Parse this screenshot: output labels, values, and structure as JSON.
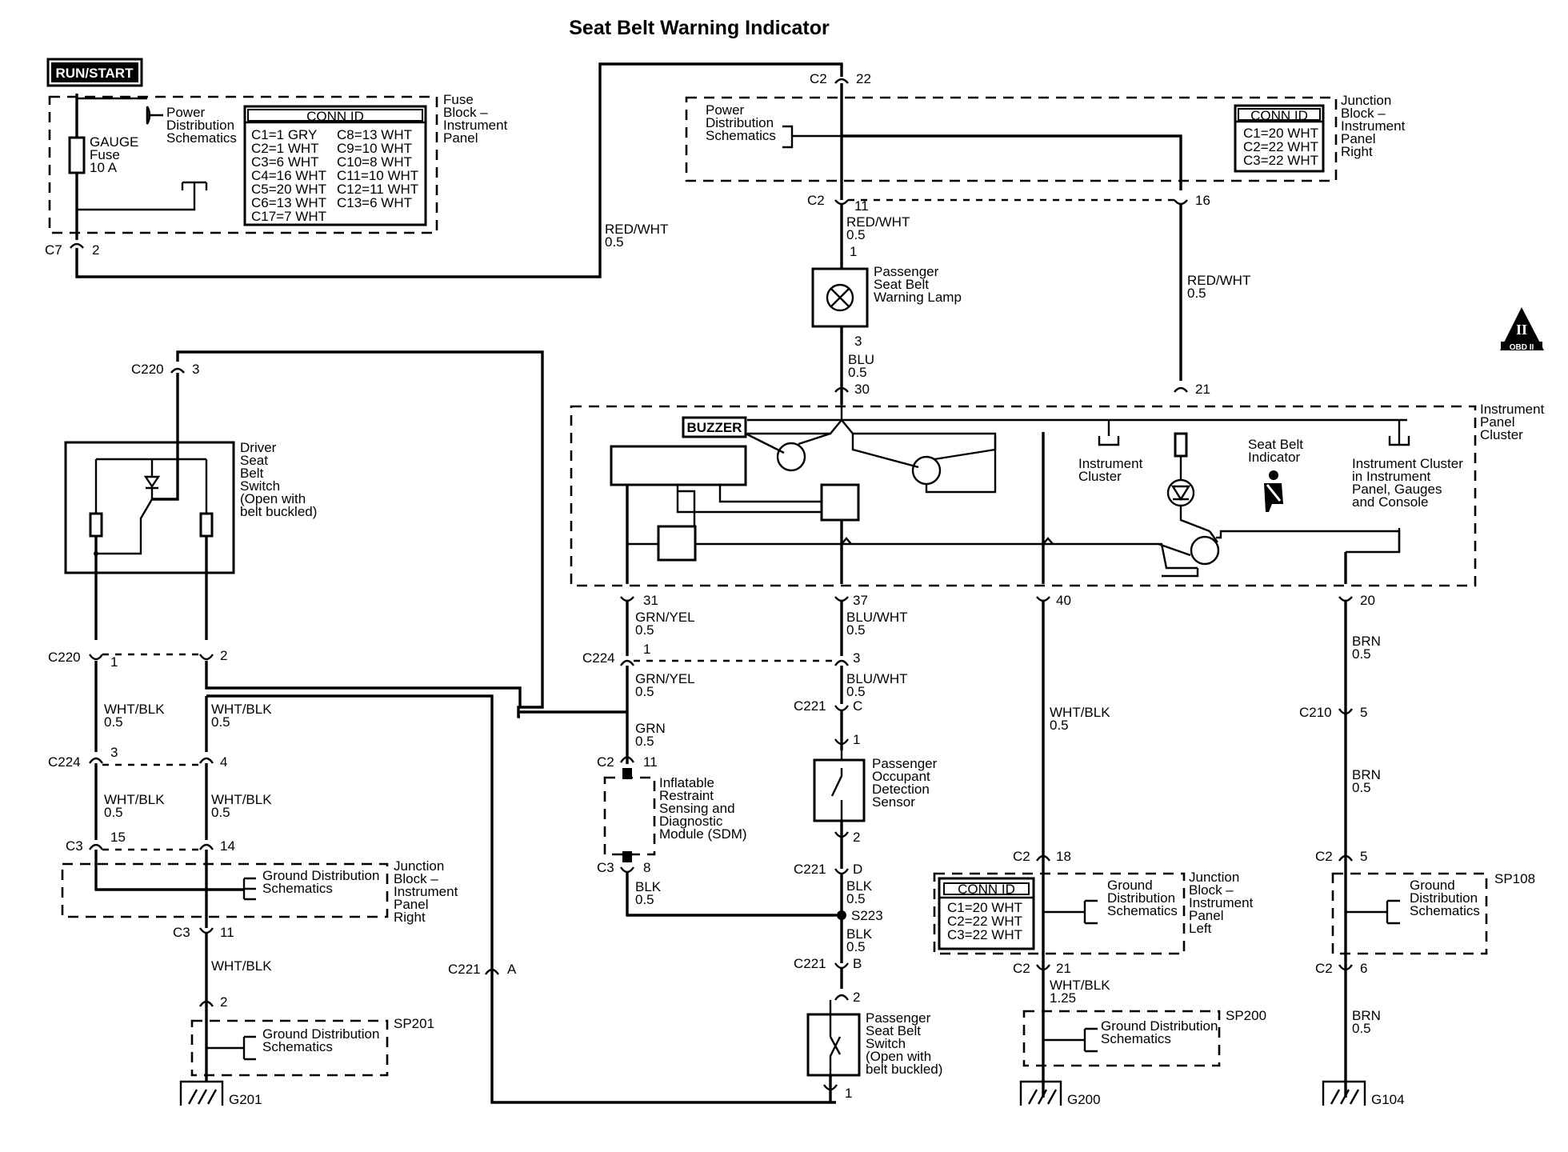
{
  "title": "Seat Belt Warning Indicator",
  "run_start": "RUN/START",
  "fuse_block": {
    "label": [
      "Fuse",
      "Block –",
      "Instrument",
      "Panel"
    ],
    "power_dist": [
      "Power",
      "Distribution",
      "Schematics"
    ],
    "fuse": [
      "GAUGE",
      "Fuse",
      "10 A"
    ],
    "conn_id_title": "CONN ID",
    "conn_left": [
      "C1=1 GRY",
      "C2=1 WHT",
      "C3=6 WHT",
      "C4=16 WHT",
      "C5=20 WHT",
      "C6=13 WHT",
      "C17=7 WHT"
    ],
    "conn_right": [
      "C8=13 WHT",
      "C9=10 WHT",
      "C10=8 WHT",
      "C11=10 WHT",
      "C12=11 WHT",
      "C13=6 WHT"
    ]
  },
  "jb_right": {
    "label": [
      "Junction",
      "Block –",
      "Instrument",
      "Panel",
      "Right"
    ],
    "power_dist": [
      "Power",
      "Distribution",
      "Schematics"
    ],
    "conn_id_title": "CONN ID",
    "conn": [
      "C1=20 WHT",
      "C2=22 WHT",
      "C3=22 WHT"
    ]
  },
  "jb_left": {
    "label": [
      "Junction",
      "Block –",
      "Instrument",
      "Panel",
      "Left"
    ],
    "ground_dist": [
      "Ground",
      "Distribution",
      "Schematics"
    ],
    "conn_id_title": "CONN ID",
    "conn": [
      "C1=20 WHT",
      "C2=22 WHT",
      "C3=22 WHT"
    ]
  },
  "jb_right_lower": {
    "label": [
      "Junction",
      "Block –",
      "Instrument",
      "Panel",
      "Right"
    ],
    "ground_dist": [
      "Ground Distribution",
      "Schematics"
    ]
  },
  "sp201": {
    "id": "SP201",
    "ground_dist": [
      "Ground Distribution",
      "Schematics"
    ]
  },
  "sp200": {
    "id": "SP200",
    "ground_dist": [
      "Ground Distribution",
      "Schematics"
    ]
  },
  "sp108": {
    "id": "SP108",
    "ground_dist": [
      "Ground",
      "Distribution",
      "Schematics"
    ]
  },
  "grounds": [
    "G201",
    "G200",
    "G104"
  ],
  "splice": "S223",
  "components": {
    "warning_lamp": [
      "Passenger",
      "Seat Belt",
      "Warning Lamp"
    ],
    "driver_switch": [
      "Driver",
      "Seat",
      "Belt",
      "Switch",
      "(Open with",
      "belt buckled)"
    ],
    "ipc": [
      "Instrument",
      "Panel",
      "Cluster"
    ],
    "buzzer": "BUZZER",
    "instrument_cluster": [
      "Instrument",
      "Cluster"
    ],
    "seat_belt_indicator": [
      "Seat Belt",
      "Indicator"
    ],
    "ic_console": [
      "Instrument Cluster",
      "in Instrument",
      "Panel, Gauges",
      "and Console"
    ],
    "sdm": [
      "Inflatable",
      "Restraint",
      "Sensing and",
      "Diagnostic",
      "Module (SDM)"
    ],
    "occupant_sensor": [
      "Passenger",
      "Occupant",
      "Detection",
      "Sensor"
    ],
    "pass_switch": [
      "Passenger",
      "Seat Belt",
      "Switch",
      "(Open with",
      "belt buckled)"
    ],
    "obd": "OBD II"
  },
  "connectors": {
    "c7": "C7",
    "c7_pin": "2",
    "c2_top": "C2",
    "c2_top_pin": "22",
    "c2_mid": "C2",
    "c2_mid_pin": "11",
    "c2_mid_pin2": "16",
    "lamp_pin1": "1",
    "lamp_pin3": "3",
    "ipc_30": "30",
    "ipc_21": "21",
    "ipc_31": "31",
    "ipc_37": "37",
    "ipc_40": "40",
    "ipc_20": "20",
    "c220_top": "C220",
    "c220_top_pin": "3",
    "c220": "C220",
    "c220_pin1": "1",
    "c220_pin2": "2",
    "c224": "C224",
    "c224_pin1": "1",
    "c224_pin3": "3",
    "c224_low": "C224",
    "c224_low_pin3": "3",
    "c224_low_pin4": "4",
    "c3": "C3",
    "c3_pin15": "15",
    "c3_pin14": "14",
    "c3_low": "C3",
    "c3_low_pin": "11",
    "sp201_pin": "2",
    "c221_c": "C221",
    "c221_c_pin": "C",
    "sensor_pin1": "1",
    "sensor_pin2": "2",
    "c221_d": "C221",
    "c221_d_pin": "D",
    "c221_b": "C221",
    "c221_b_pin": "B",
    "switch_pin2": "2",
    "switch_pin1": "1",
    "c221_a": "C221",
    "c221_a_pin": "A",
    "c2_sdm": "C2",
    "c2_sdm_pin": "11",
    "c3_sdm": "C3",
    "c3_sdm_pin": "8",
    "c2_18": "C2",
    "c2_18_pin": "18",
    "c2_21": "C2",
    "c2_21_pin": "21",
    "c210": "C210",
    "c210_pin": "5",
    "c2_5": "C2",
    "c2_5_pin": "5",
    "c2_6": "C2",
    "c2_6_pin": "6"
  },
  "wires": {
    "redwht_top": [
      "RED/WHT",
      "0.5"
    ],
    "redwht_c2": [
      "RED/WHT",
      "0.5"
    ],
    "redwht_16": [
      "RED/WHT",
      "0.5"
    ],
    "blu": [
      "BLU",
      "0.5"
    ],
    "grnyel_1": [
      "GRN/YEL",
      "0.5"
    ],
    "grnyel_2": [
      "GRN/YEL",
      "0.5"
    ],
    "grn": [
      "GRN",
      "0.5"
    ],
    "bluwht_1": [
      "BLU/WHT",
      "0.5"
    ],
    "bluwht_2": [
      "BLU/WHT",
      "0.5"
    ],
    "whtblk_40": [
      "WHT/BLK",
      "0.5"
    ],
    "brn_20": [
      "BRN",
      "0.5"
    ],
    "brn_c210": [
      "BRN",
      "0.5"
    ],
    "brn_g104": [
      "BRN",
      "0.5"
    ],
    "whtblk_l1": [
      "WHT/BLK",
      "0.5"
    ],
    "whtblk_r1": [
      "WHT/BLK",
      "0.5"
    ],
    "whtblk_l2": [
      "WHT/BLK",
      "0.5"
    ],
    "whtblk_r2": [
      "WHT/BLK",
      "0.5"
    ],
    "whtblk_c3": "WHT/BLK",
    "blk_sdm": [
      "BLK",
      "0.5"
    ],
    "blk_d": [
      "BLK",
      "0.5"
    ],
    "blk_s223": [
      "BLK",
      "0.5"
    ],
    "whtblk_125": [
      "WHT/BLK",
      "1.25"
    ]
  }
}
